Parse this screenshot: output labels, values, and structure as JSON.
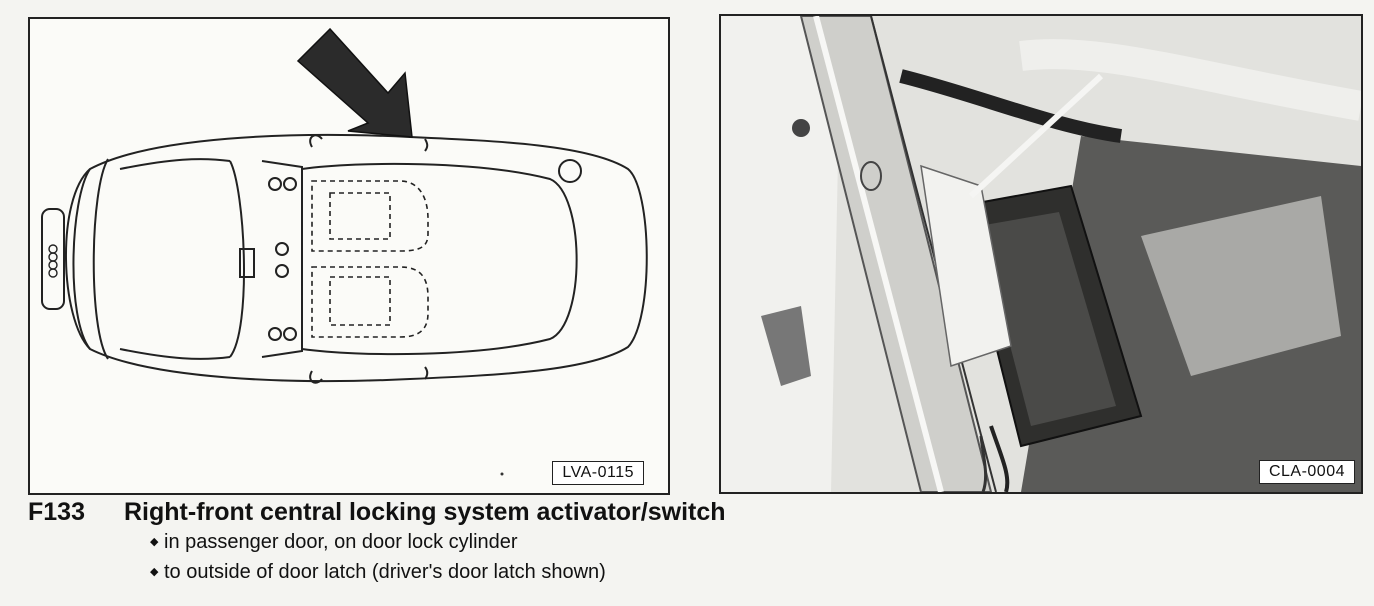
{
  "figures": {
    "left": {
      "code": "LVA-0115",
      "illustration": "car-top-view-with-arrow"
    },
    "right": {
      "code": "CLA-0004",
      "illustration": "door-latch-photo"
    }
  },
  "caption": {
    "code": "F133",
    "title": "Right-front central locking system activator/switch",
    "bullet_marker": "◆",
    "bullets": [
      "in passenger door, on door lock cylinder",
      "to outside of door latch (driver's door latch shown)"
    ]
  }
}
